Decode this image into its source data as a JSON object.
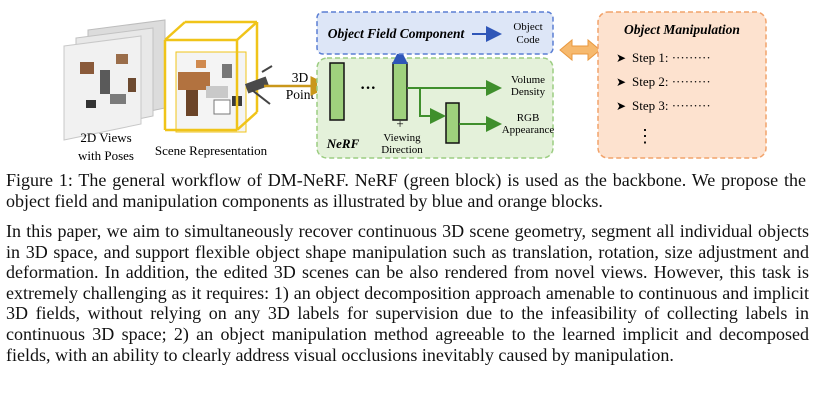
{
  "figure": {
    "views_label": [
      "2D Views",
      "with Poses"
    ],
    "scene_label": "Scene Representation",
    "point_label": [
      "3D",
      "Point"
    ],
    "object_field_title": "Object Field Component",
    "object_code_label": [
      "Object",
      "Code"
    ],
    "nerf_label": "NeRF",
    "dots_label": "···",
    "plus_label": "+",
    "viewing_direction_label": [
      "Viewing",
      "Direction"
    ],
    "volume_density_label": [
      "Volume",
      "Density"
    ],
    "rgb_label": [
      "RGB",
      "Appearance"
    ],
    "manip_title": "Object Manipulation",
    "steps": [
      "Step 1: ·········",
      "Step 2: ·········",
      "Step 3: ·········"
    ],
    "step_bullet": "➤",
    "vdots": "⋮"
  },
  "caption": "Figure 1: The general workflow of DM-NeRF. NeRF (green block) is used as the backbone. We propose the object field and manipulation components as illustrated by blue and orange blocks.",
  "paragraph": "In this paper, we aim to simultaneously recover continuous 3D scene geometry, segment all in­dividual objects in 3D space, and support flexible object shape manipulation such as translation, rotation, size adjustment and deformation. In addition, the edited 3D scenes can be also rendered from novel views. However, this task is extremely challenging as it requires: 1) an object decom­position approach amenable to continuous and implicit 3D fields, without relying on any 3D labels for supervision due to the infeasibility of collecting labels in continuous 3D space; 2) an object ma­nipulation method agreeable to the learned implicit and decomposed fields, with an ability to clearly address visual occlusions inevitably caused by manipulation.",
  "colors": {
    "nerf_bg": "#e4f1da",
    "nerf_border": "#9ccd82",
    "obj_bg": "#dde6f7",
    "obj_border": "#5b7fd4",
    "manip_bg": "#fde2cf",
    "manip_border": "#f2a36b",
    "cube": "#f0c419",
    "bar_fill": "#9fd17d",
    "arrow_gold": "#c9971a",
    "arrow_blue": "#2f56b8",
    "arrow_green": "#3f8f2c",
    "double_arrow": "#f6b96e"
  }
}
